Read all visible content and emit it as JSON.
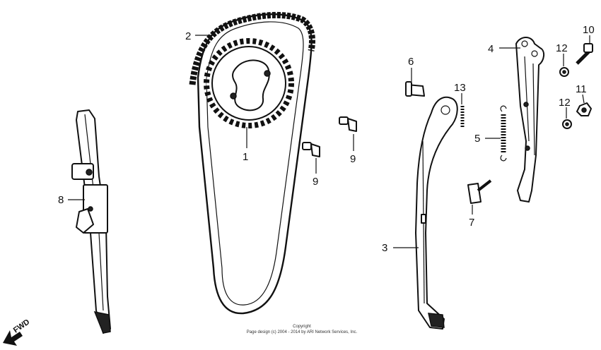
{
  "callouts": {
    "c1": "1",
    "c2": "2",
    "c3": "3",
    "c4": "4",
    "c5": "5",
    "c6": "6",
    "c7": "7",
    "c8": "8",
    "c9a": "9",
    "c9b": "9",
    "c10": "10",
    "c11": "11",
    "c12a": "12",
    "c12b": "12",
    "c13": "13"
  },
  "copyright": {
    "line1": "Copyright",
    "line2": "Page design (c) 2004 - 2014 by ARI Network Services, Inc."
  },
  "direction": {
    "label": "FWD",
    "icon": "arrow-down-left-icon"
  },
  "colors": {
    "ink": "#111111",
    "background": "#ffffff"
  }
}
